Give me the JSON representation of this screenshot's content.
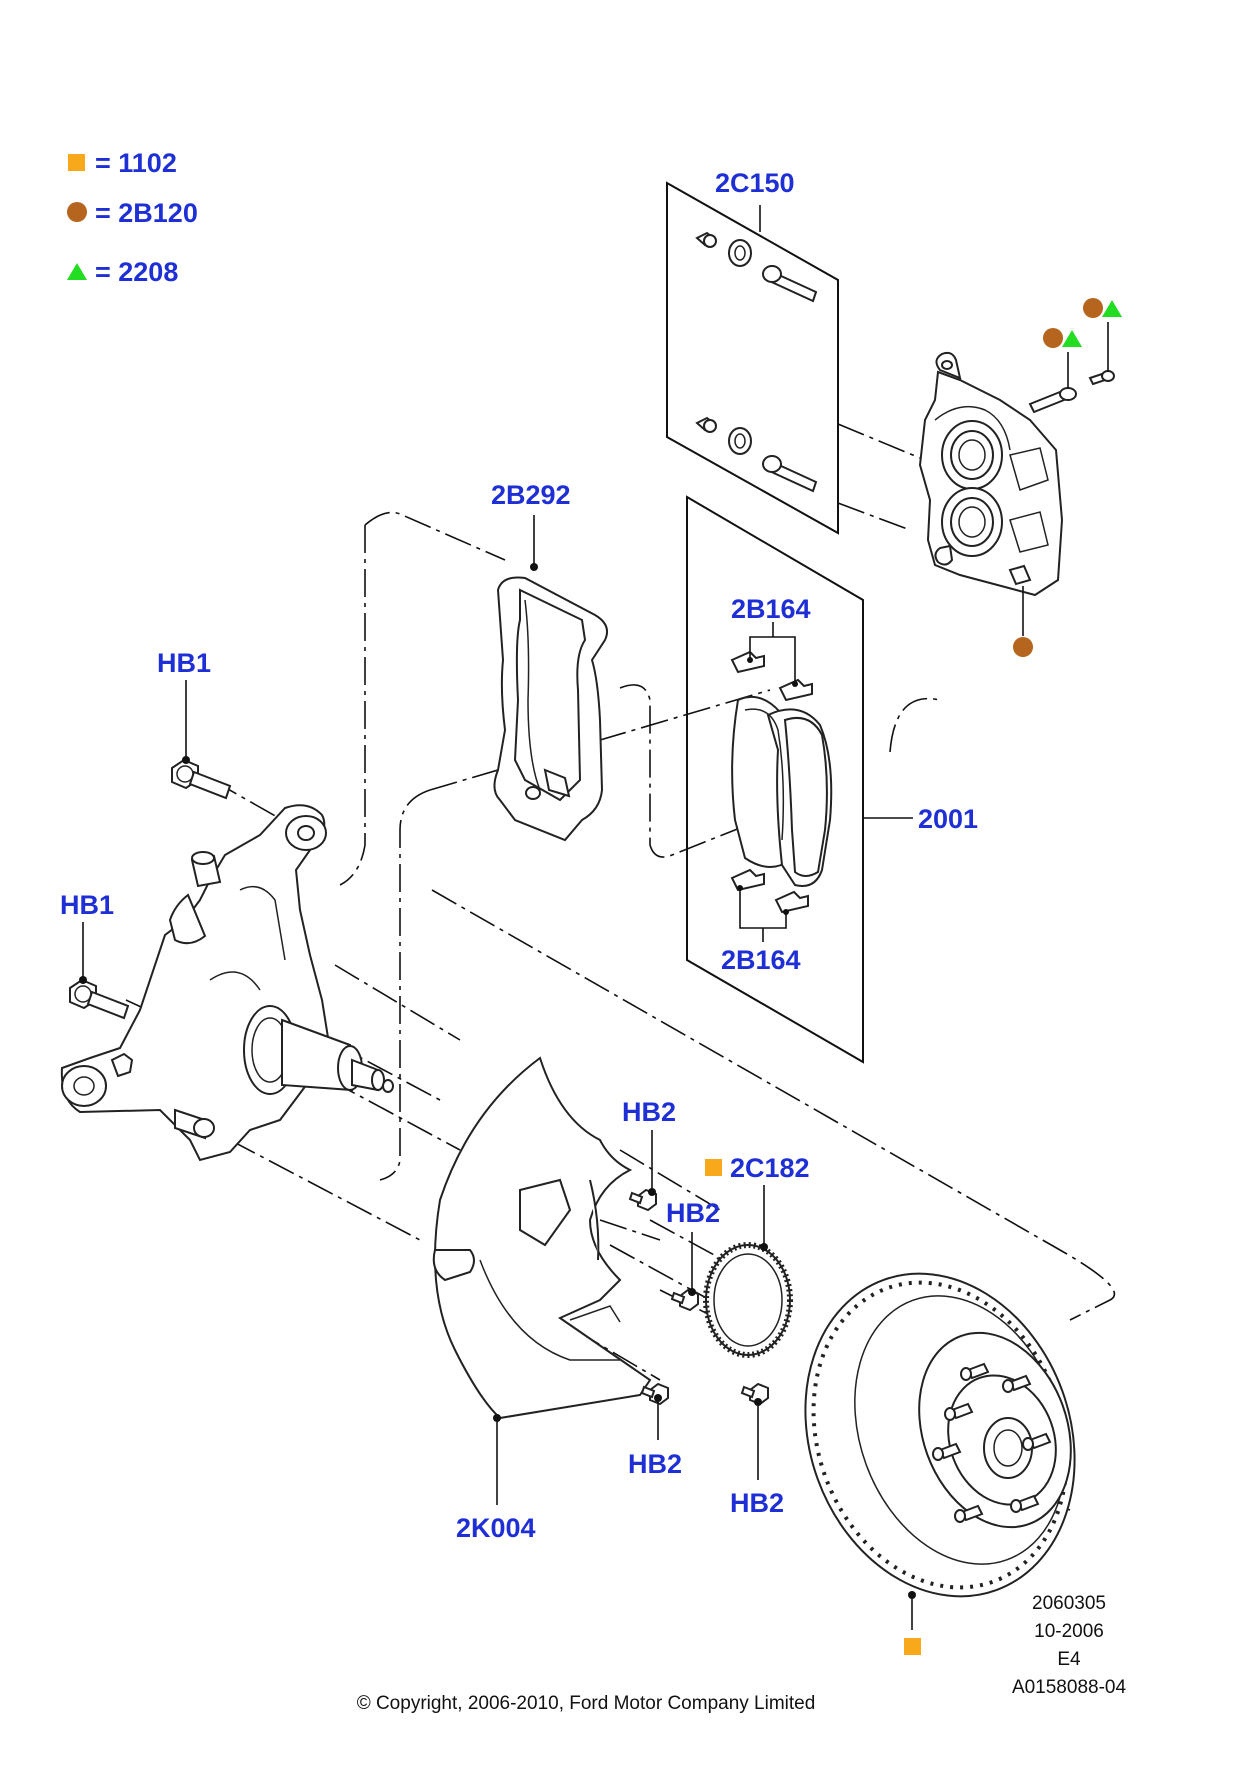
{
  "legend": [
    {
      "symbol": "square",
      "color": "#f7a81b",
      "text": "= 1102"
    },
    {
      "symbol": "circle",
      "color": "#b5651d",
      "text": "= 2B120"
    },
    {
      "symbol": "triangle",
      "color": "#22dd22",
      "text": "= 2208"
    }
  ],
  "callouts": {
    "c2C150": "2C150",
    "c2B292": "2B292",
    "c2B164_top": "2B164",
    "c2B164_bottom": "2B164",
    "c2001": "2001",
    "cHB1_top": "HB1",
    "cHB1_left": "HB1",
    "cHB2_a": "HB2",
    "cHB2_b": "HB2",
    "cHB2_c": "HB2",
    "cHB2_d": "HB2",
    "c2C182": "2C182",
    "c2K004": "2K004"
  },
  "footer": {
    "code1": "2060305",
    "date": "10-2006",
    "rev": "E4",
    "code2": "A0158088-04",
    "copyright": "© Copyright, 2006-2010, Ford Motor Company Limited"
  },
  "colors": {
    "callout": "#1f2fd6",
    "square_marker": "#f7a81b",
    "circle_marker": "#b5651d",
    "triangle_marker": "#22dd22"
  }
}
